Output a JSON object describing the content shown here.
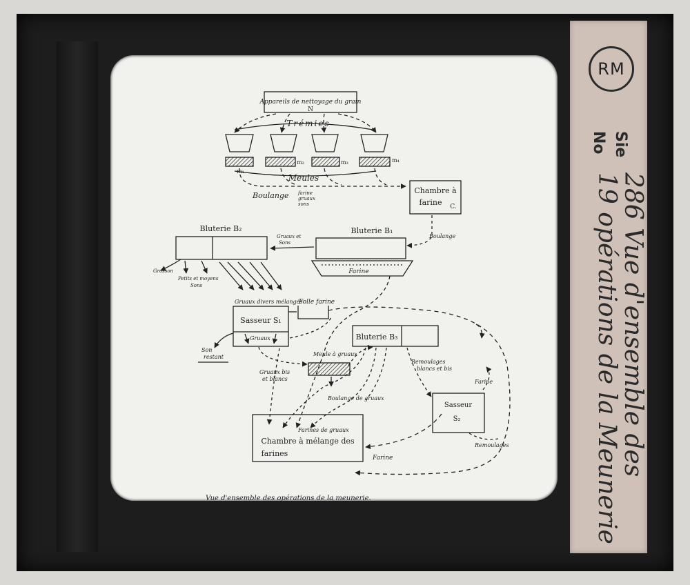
{
  "diagram": {
    "nettoyage": "Appareils de nettoyage du grain",
    "nettoyage_letter": "N",
    "tremies": "Trémies",
    "meule_labels": [
      "m₁",
      "m₂",
      "m₃",
      "m₄"
    ],
    "meules": "Meules",
    "boulange": "Boulange",
    "boulange_parts": [
      "farine",
      "gruaux",
      "sons"
    ],
    "chambre_farine_line1": "Chambre à",
    "chambre_farine_line2": "farine",
    "chambre_farine_letter": "C.",
    "boulange_arrow": "Boulange",
    "blutterie_b1": "Bluterie B₁",
    "blutterie_b2": "Bluterie B₂",
    "gruaux_et_sons_1": "Gruaux et",
    "gruaux_et_sons_2": "Sons",
    "farine_b1": "Farine",
    "grosson": "Grosson",
    "petits_moyens_1": "Petits et moyens",
    "petits_moyens_2": "Sons",
    "gruaux_melanges": "Gruaux divers mélangés",
    "folle_farine": "Folle farine",
    "sasseur_s1": "Sasseur S₁",
    "gruaux_s1": "Gruaux",
    "son_restant_1": "Son",
    "son_restant_2": "restant",
    "blutterie_b3": "Bluterie B₃",
    "meule_gruaux": "Meule à gruaux",
    "gruaux_bis_1": "Gruaux bis",
    "gruaux_bis_2": "et blancs",
    "remoulages_bb_1": "Remoulages",
    "remoulages_bb_2": "blancs et bis",
    "farine_s2": "Farine",
    "sasseur_s2": "Sasseur",
    "sasseur_s2_letter": "S₂",
    "remoulages": "Remoulages",
    "boulange_gruaux": "Boulange de gruaux",
    "farines_de_gruaux": "Farines de gruaux",
    "chambre_melange_1": "Chambre à mélange des",
    "chambre_melange_2": "farines",
    "farine_bottom": "Farine",
    "caption": "Vue d'ensemble des opérations de la meunerie."
  },
  "label": {
    "seal": "RM",
    "serie_prefix": "Sie",
    "serie_value": "286 Vue d'ensemble des",
    "num_prefix": "No",
    "num_value": "19 opérations de la Meunerie"
  }
}
